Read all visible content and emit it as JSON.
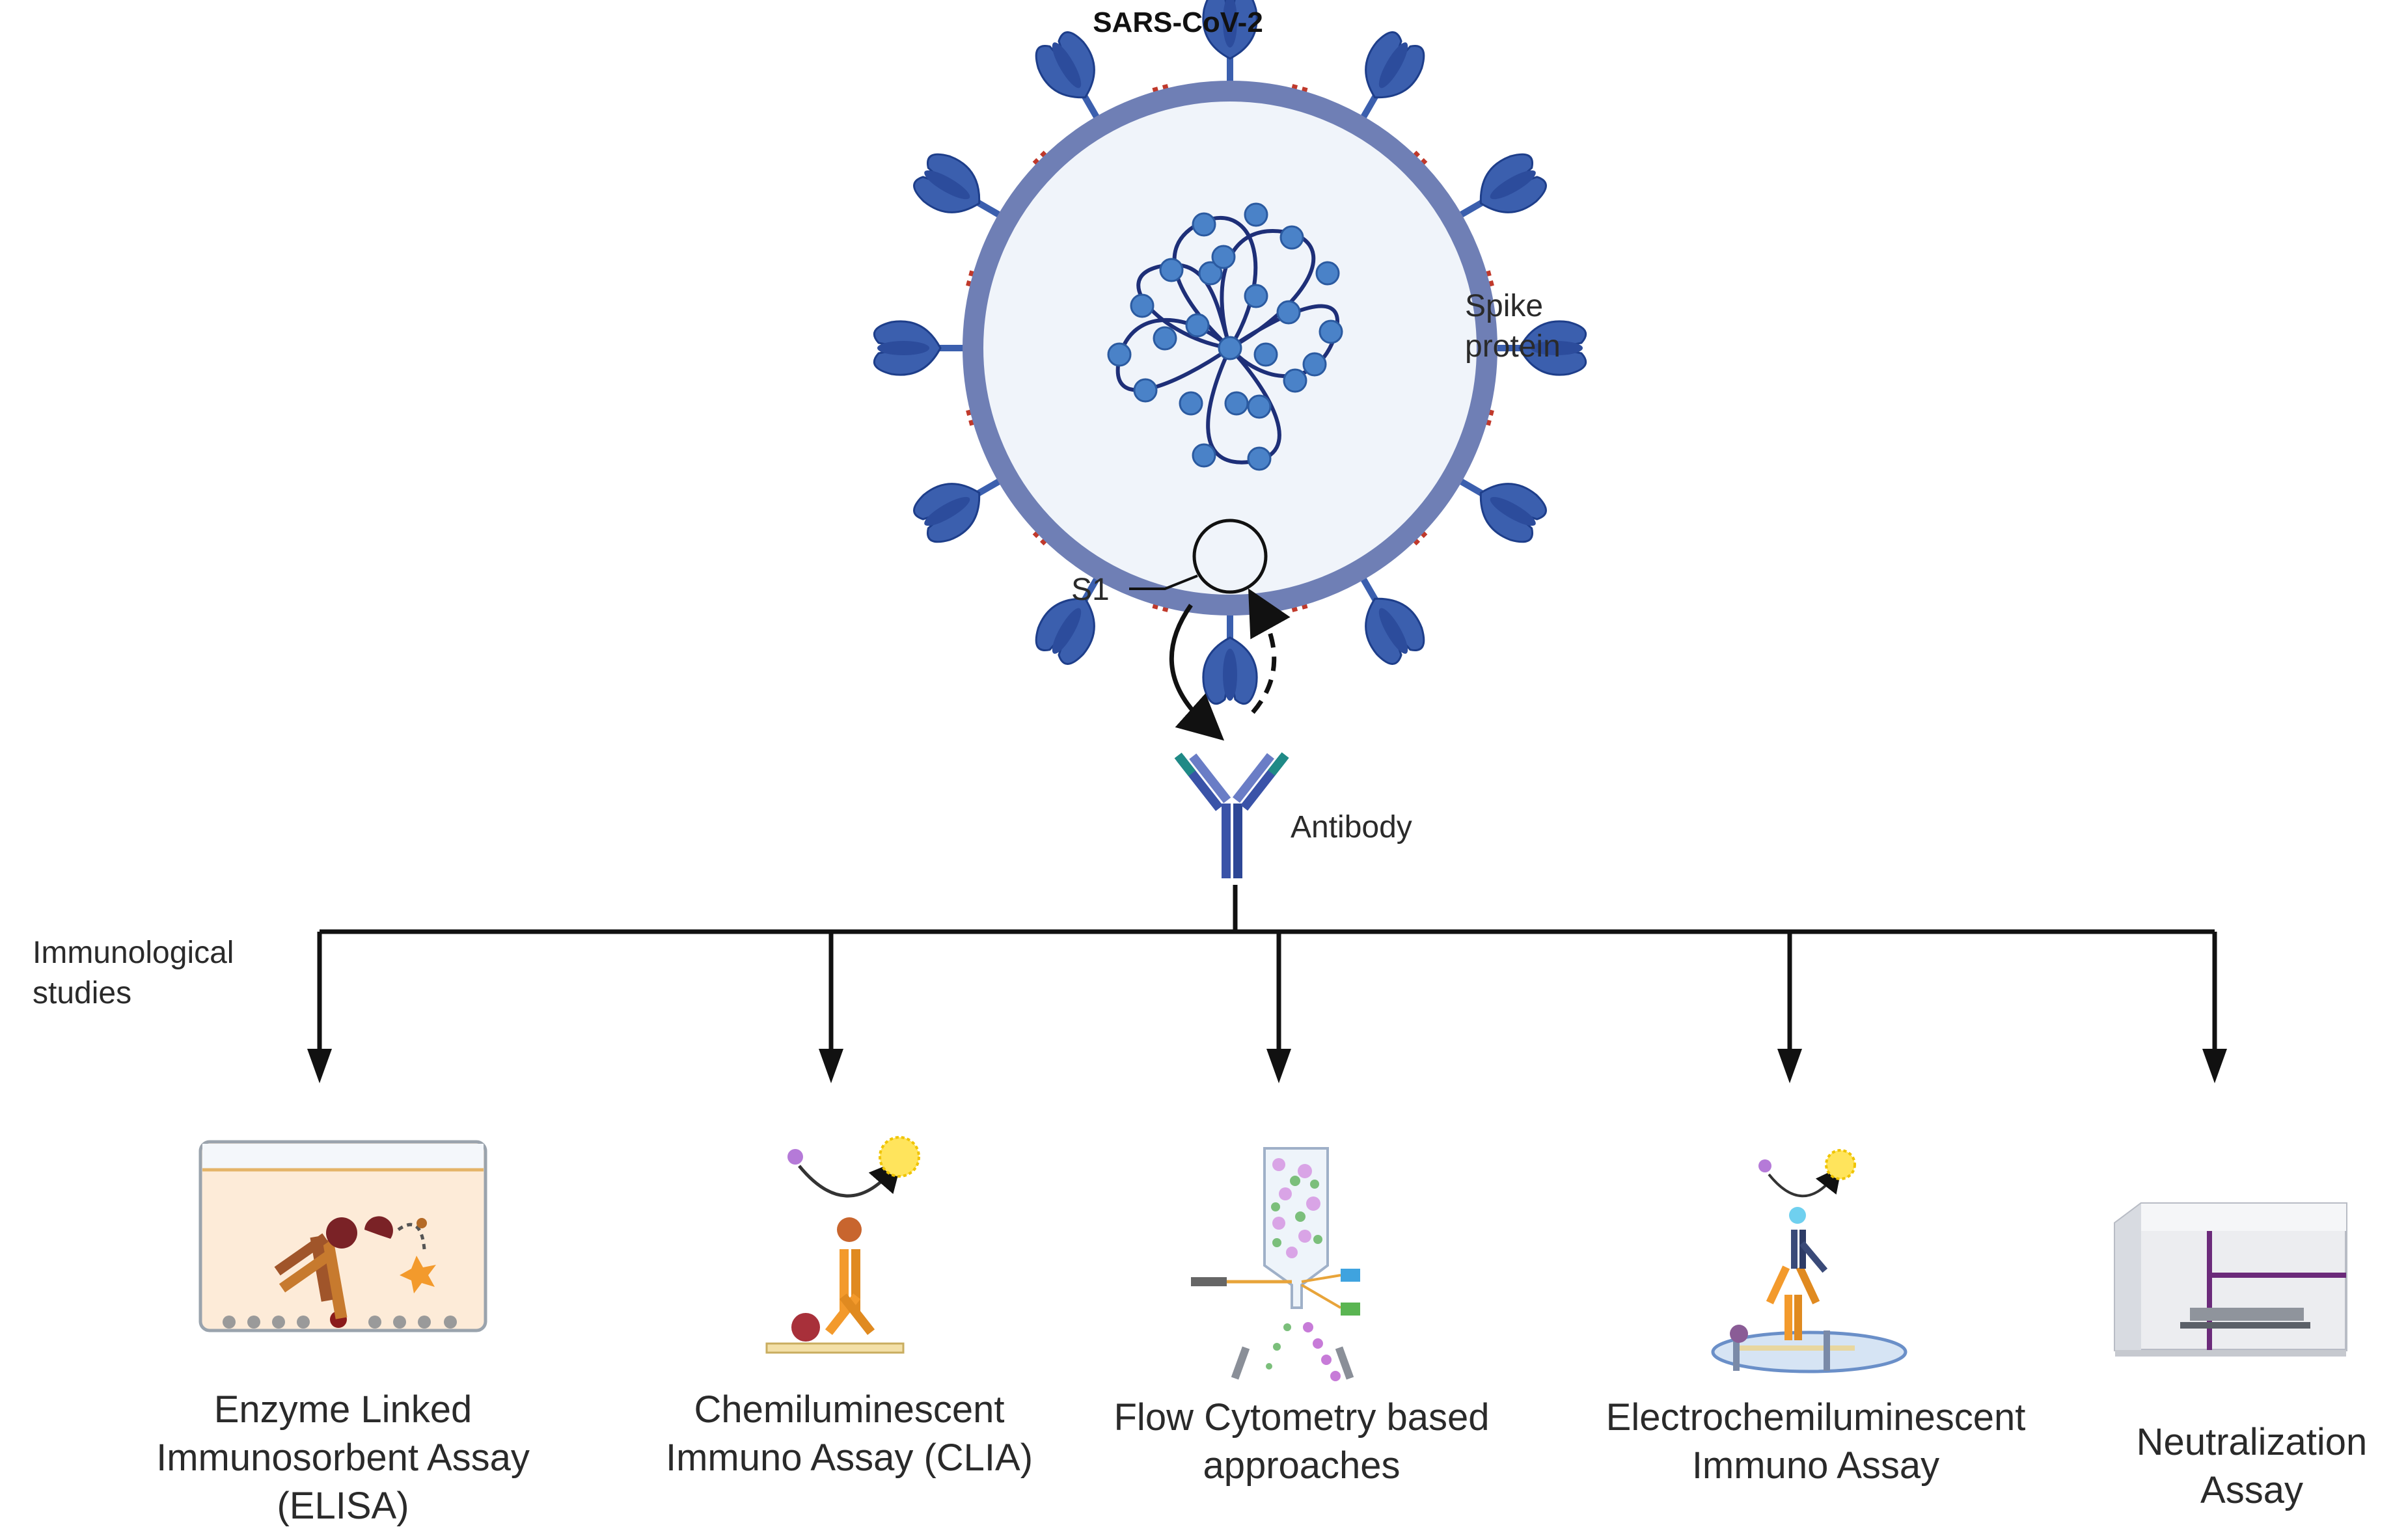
{
  "title": "SARS-CoV-2",
  "labels": {
    "spike": [
      "Spike",
      "protein"
    ],
    "s1": "S1",
    "antibody": "Antibody",
    "immuno": [
      "Immunological",
      "studies"
    ]
  },
  "assays": [
    {
      "lines": [
        "Enzyme Linked",
        "Immunosorbent Assay",
        "(ELISA)"
      ]
    },
    {
      "lines": [
        "Chemiluminescent",
        "Immuno Assay (CLIA)"
      ]
    },
    {
      "lines": [
        "Flow Cytometry based",
        "approaches"
      ]
    },
    {
      "lines": [
        "Electrochemiluminescent",
        "Immuno Assay"
      ]
    },
    {
      "lines": [
        "Neutralization",
        "Assay"
      ]
    }
  ],
  "colors": {
    "spike": "#3b5fae",
    "envelope": "#6f7fb5",
    "rna_dot": "#4a82c8",
    "rna_line": "#1e2f78",
    "antibody_teal": "#1f8a86",
    "antibody_blue": "#3a53a8",
    "orange": "#f39a2c",
    "arrow": "#111111"
  }
}
